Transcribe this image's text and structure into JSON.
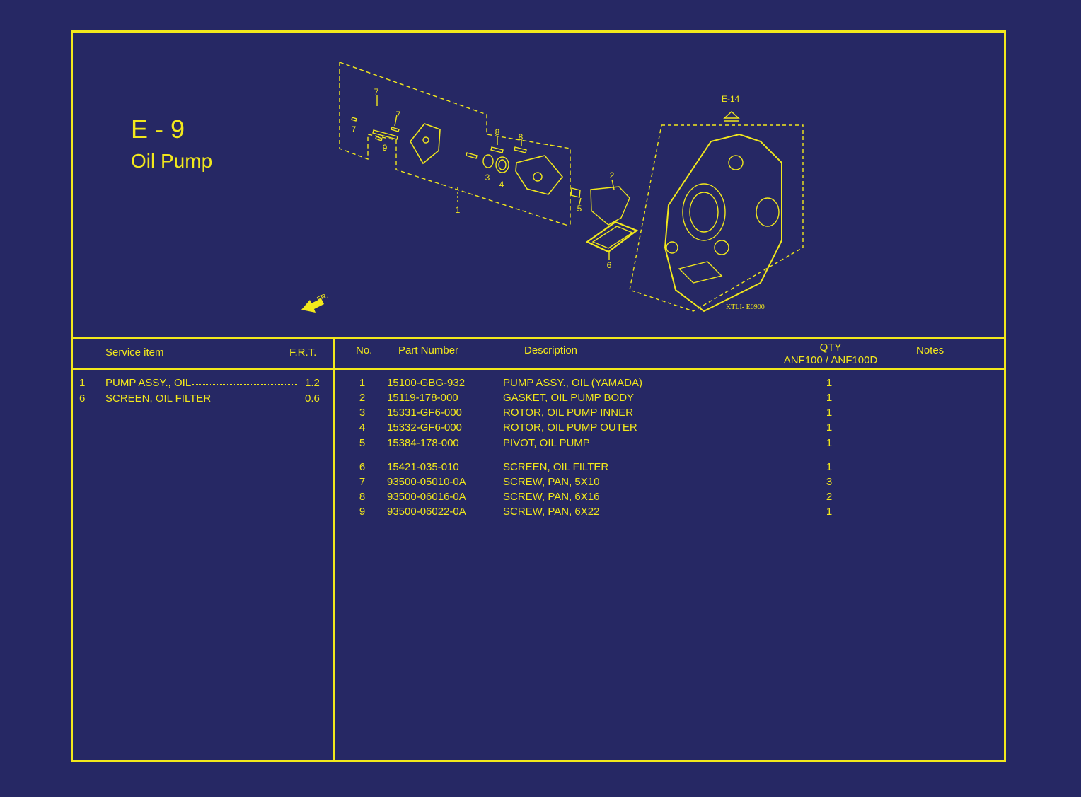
{
  "page": {
    "code": "E - 9",
    "title": "Oil Pump"
  },
  "diagram": {
    "ref_label": "E-14",
    "front_label": "FR.",
    "drawing_code": "KTLI- E0900",
    "callouts": [
      "1",
      "2",
      "3",
      "4",
      "5",
      "6",
      "7",
      "7",
      "7",
      "8",
      "8",
      "9"
    ]
  },
  "service_table": {
    "header_item": "Service item",
    "header_frt": "F.R.T.",
    "rows": [
      {
        "no": "1",
        "item": "PUMP ASSY., OIL",
        "frt": "1.2"
      },
      {
        "no": "6",
        "item": "SCREEN, OIL FILTER",
        "frt": "0.6"
      }
    ]
  },
  "parts_table": {
    "header_no": "No.",
    "header_part": "Part Number",
    "header_desc": "Description",
    "header_qty": "QTY",
    "header_qty_models": "ANF100 / ANF100D",
    "header_notes": "Notes",
    "rows": [
      {
        "no": "1",
        "part": "15100-GBG-932",
        "desc": "PUMP ASSY., OIL (YAMADA)",
        "qty": "1"
      },
      {
        "no": "2",
        "part": "15119-178-000",
        "desc": "GASKET, OIL PUMP BODY",
        "qty": "1"
      },
      {
        "no": "3",
        "part": "15331-GF6-000",
        "desc": "ROTOR, OIL PUMP INNER",
        "qty": "1"
      },
      {
        "no": "4",
        "part": "15332-GF6-000",
        "desc": "ROTOR, OIL PUMP OUTER",
        "qty": "1"
      },
      {
        "no": "5",
        "part": "15384-178-000",
        "desc": "PIVOT, OIL PUMP",
        "qty": "1"
      },
      {
        "no": "6",
        "part": "15421-035-010",
        "desc": "SCREEN, OIL FILTER",
        "qty": "1"
      },
      {
        "no": "7",
        "part": "93500-05010-0A",
        "desc": "SCREW, PAN, 5X10",
        "qty": "3"
      },
      {
        "no": "8",
        "part": "93500-06016-0A",
        "desc": "SCREW, PAN, 6X16",
        "qty": "2"
      },
      {
        "no": "9",
        "part": "93500-06022-0A",
        "desc": "SCREW, PAN, 6X22",
        "qty": "1"
      }
    ]
  },
  "colors": {
    "background": "#262864",
    "line": "#f2e81c"
  }
}
